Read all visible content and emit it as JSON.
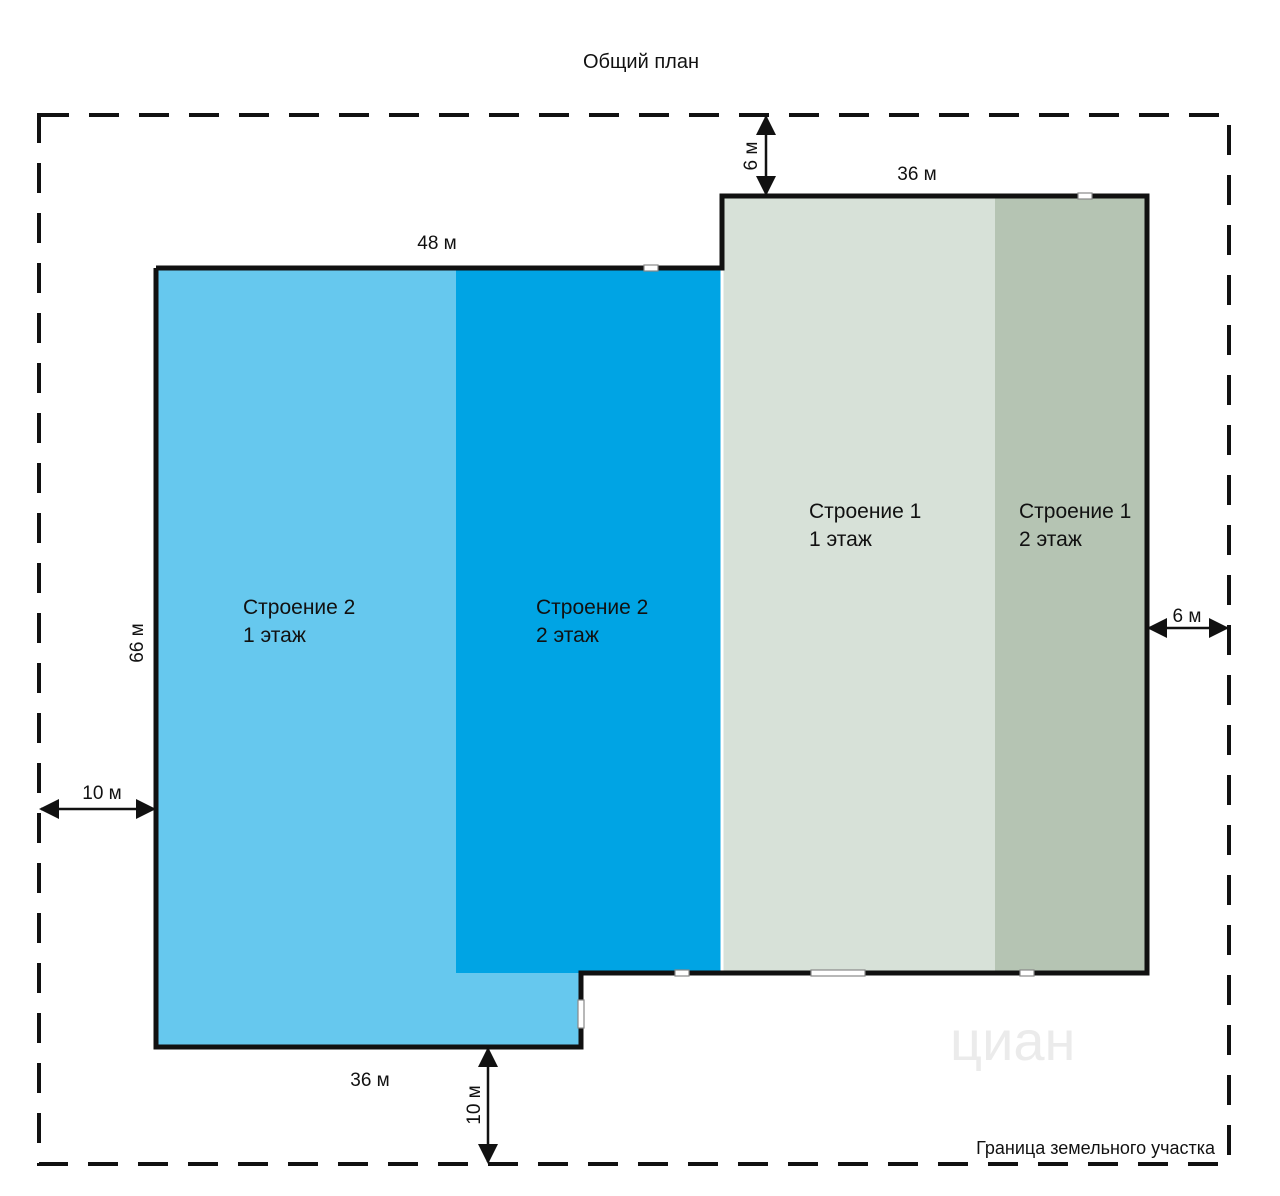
{
  "title": "Общий план",
  "boundary_label": "Граница земельного участка",
  "watermark": "циан",
  "colors": {
    "building2_floor1": "#66c8ee",
    "building2_floor2": "#00a4e4",
    "building1_floor1": "#d7e1d8",
    "building1_floor2": "#b5c4b3",
    "outline": "#111111"
  },
  "zones": {
    "b2f1": {
      "line1": "Строение 2",
      "line2": "1 этаж"
    },
    "b2f2": {
      "line1": "Строение 2",
      "line2": "2 этаж"
    },
    "b1f1": {
      "line1": "Строение 1",
      "line2": "1 этаж"
    },
    "b1f2": {
      "line1": "Строение 1",
      "line2": "2 этаж"
    }
  },
  "dimensions": {
    "top_building2": "48 м",
    "top_building1": "36 м",
    "left_height": "66 м",
    "bottom_building2": "36 м",
    "gap_top": "6 м",
    "gap_right": "6 м",
    "gap_left": "10 м",
    "gap_bottom": "10 м"
  }
}
